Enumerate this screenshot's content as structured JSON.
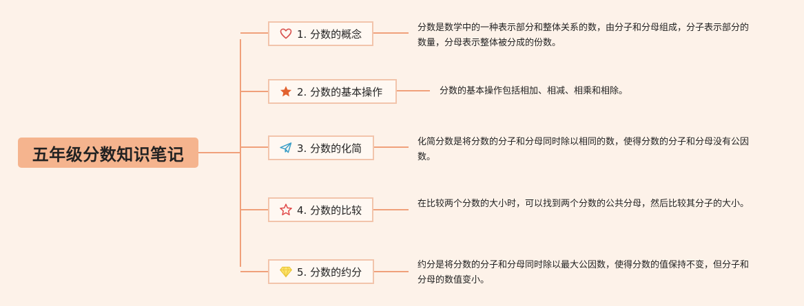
{
  "root": {
    "title": "五年级分数知识笔记"
  },
  "branches": [
    {
      "label": "1. 分数的概念",
      "icon": "heart-icon",
      "desc": "分数是数学中的一种表示部分和整体关系的数，由分子和分母组成，分子表示部分的数量，分母表示整体被分成的份数。"
    },
    {
      "label": "2. 分数的基本操作",
      "icon": "star-filled-icon",
      "desc": "分数的基本操作包括相加、相减、相乘和相除。"
    },
    {
      "label": "3. 分数的化简",
      "icon": "paper-plane-icon",
      "desc": "化简分数是将分数的分子和分母同时除以相同的数，使得分数的分子和分母没有公因数。"
    },
    {
      "label": "4. 分数的比较",
      "icon": "star-outline-icon",
      "desc": "在比较两个分数的大小时，可以找到两个分数的公共分母，然后比较其分子的大小。"
    },
    {
      "label": "5. 分数的约分",
      "icon": "diamond-icon",
      "desc": "约分是将分数的分子和分母同时除以最大公因数，使得分数的值保持不变，但分子和分母的数值变小。"
    }
  ],
  "colors": {
    "line": "#f0a07a",
    "root_bg": "#f5b48e",
    "branch_border": "#f2c4ab",
    "background": "#fdf2e9"
  }
}
